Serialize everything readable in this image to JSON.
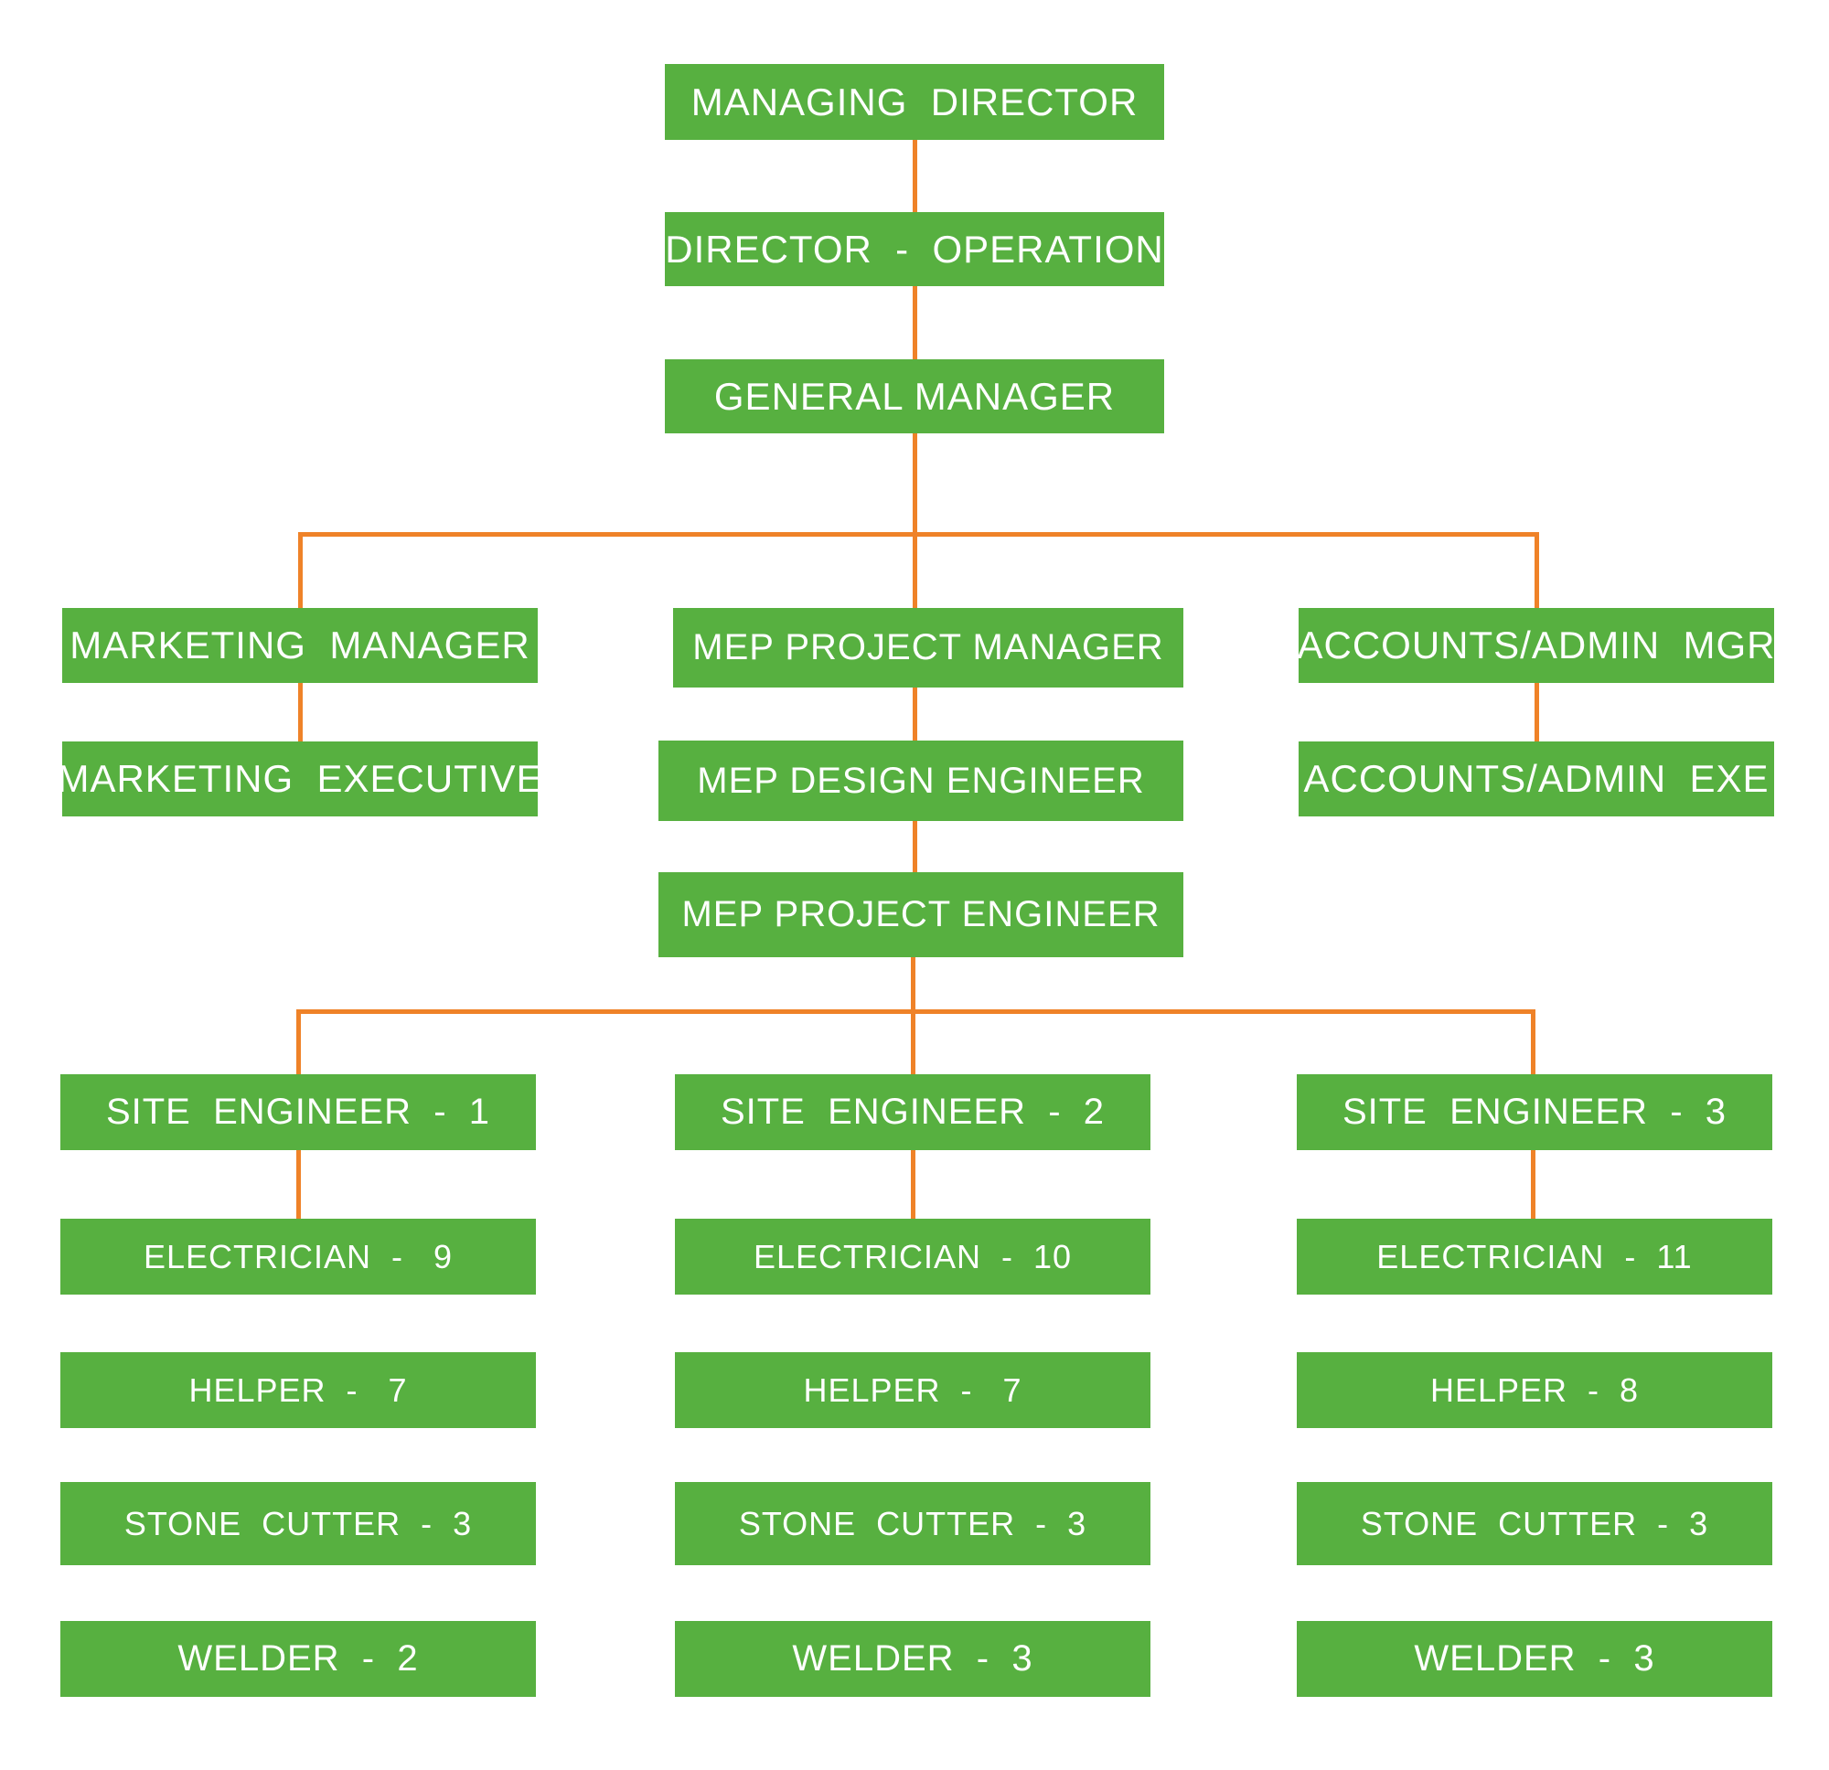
{
  "colors": {
    "box": "#57b040",
    "connector": "#ef8228",
    "text": "#ffffff"
  },
  "top": {
    "managing_director": "MANAGING  DIRECTOR",
    "director_operation": "DIRECTOR  -  OPERATION",
    "general_manager": "GENERAL MANAGER"
  },
  "departments": {
    "marketing_manager": "MARKETING  MANAGER",
    "marketing_executive": "MARKETING  EXECUTIVE",
    "mep_project_manager": "MEP PROJECT MANAGER",
    "mep_design_engineer": "MEP DESIGN ENGINEER",
    "mep_project_engineer": "MEP PROJECT ENGINEER",
    "accounts_admin_mgr": "ACCOUNTS/ADMIN  MGR",
    "accounts_admin_exe": "ACCOUNTS/ADMIN  EXE"
  },
  "sites": [
    {
      "engineer": "SITE  ENGINEER  -  1",
      "electrician": "ELECTRICIAN  -   9",
      "helper": "HELPER  -   7",
      "stone_cutter": "STONE  CUTTER  -  3",
      "welder": "WELDER  -  2"
    },
    {
      "engineer": "SITE  ENGINEER  -  2",
      "electrician": "ELECTRICIAN  -  10",
      "helper": "HELPER  -   7",
      "stone_cutter": "STONE  CUTTER  -  3",
      "welder": "WELDER  -  3"
    },
    {
      "engineer": "SITE  ENGINEER  -  3",
      "electrician": "ELECTRICIAN  -  11",
      "helper": "HELPER  -  8",
      "stone_cutter": "STONE  CUTTER  -  3",
      "welder": "WELDER  -  3"
    }
  ]
}
